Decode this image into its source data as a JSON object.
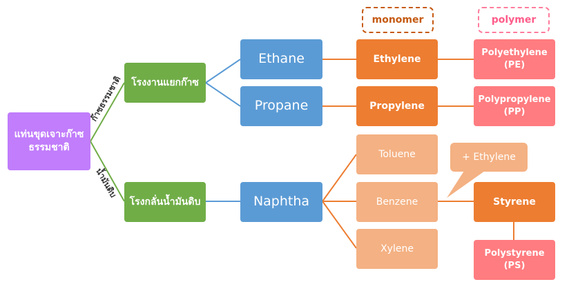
{
  "colors": {
    "source": "#c17dfb",
    "plant": "#70ad47",
    "feedstock": "#5b9bd5",
    "monomer": "#ed7d31",
    "aromatic": "#f4b183",
    "polymer": "#ff7c80",
    "line_green": "#70ad47",
    "line_blue": "#5b9bd5",
    "line_orange": "#ed7d31"
  },
  "header": {
    "monomer": "monomer",
    "polymer": "polymer"
  },
  "source": {
    "label": "แท่นขุดเจาะก๊าซ\nธรรมชาติ"
  },
  "edges": {
    "gas": "ก๊าซธรรมชาติ",
    "crude": "น้ำมันดิบ"
  },
  "plants": {
    "gas_separation": "โรงงานแยกก๊าซ",
    "refinery": "โรงกลั่นน้ำมันดิบ"
  },
  "feedstocks": {
    "ethane": "Ethane",
    "propane": "Propane",
    "naphtha": "Naphtha"
  },
  "monomers": {
    "ethylene": "Ethylene",
    "propylene": "Propylene",
    "styrene": "Styrene"
  },
  "aromatics": {
    "toluene": "Toluene",
    "benzene": "Benzene",
    "xylene": "Xylene"
  },
  "callout": {
    "label": "+ Ethylene"
  },
  "polymers": {
    "pe": "Polyethylene\n(PE)",
    "pp": "Polypropylene\n(PP)",
    "ps": "Polystyrene\n(PS)"
  }
}
